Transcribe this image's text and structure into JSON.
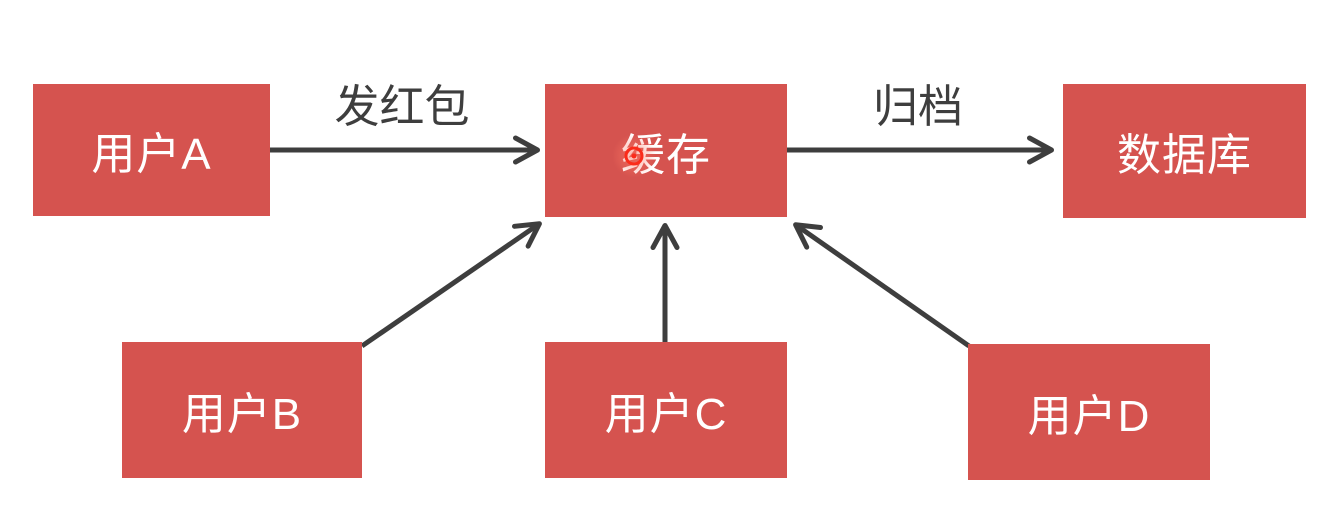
{
  "diagram": {
    "background_color": "#ffffff",
    "node_fill_color": "#d5534f",
    "node_text_color": "#ffffff",
    "arrow_color": "#3e3e3e",
    "edge_label_color": "#3e3e3e",
    "cursor_highlight_color": "#fb2b1a",
    "nodes": [
      {
        "id": "user-a",
        "label": "用户A"
      },
      {
        "id": "cache",
        "label": "缓存"
      },
      {
        "id": "database",
        "label": "数据库"
      },
      {
        "id": "user-b",
        "label": "用户B"
      },
      {
        "id": "user-c",
        "label": "用户C"
      },
      {
        "id": "user-d",
        "label": "用户D"
      }
    ],
    "edges": [
      {
        "from": "用户A",
        "to": "缓存",
        "label": "发红包"
      },
      {
        "from": "缓存",
        "to": "数据库",
        "label": "归档"
      },
      {
        "from": "用户B",
        "to": "缓存",
        "label": ""
      },
      {
        "from": "用户C",
        "to": "缓存",
        "label": ""
      },
      {
        "from": "用户D",
        "to": "缓存",
        "label": ""
      }
    ]
  }
}
